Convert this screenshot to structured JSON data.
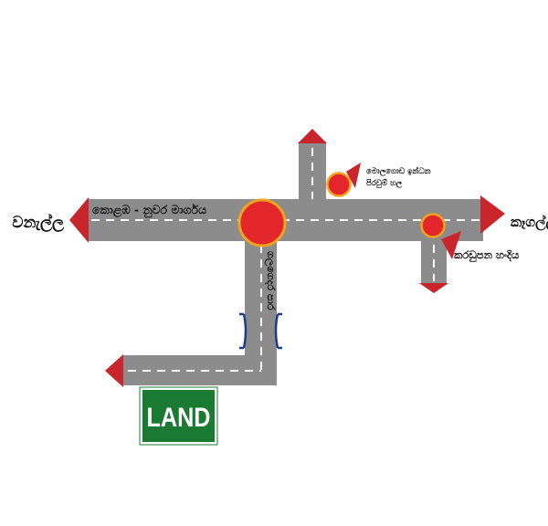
{
  "map": {
    "main_road_label": "කොළඹ - නුවර මාර්ගය",
    "side_road_label": "ගලගෙදර පාර",
    "left_destination": "වනැල්ල",
    "right_destination": "කෑගල්ල",
    "landmark_1": "මොලගොඩ ඉන්ධන පිරවුම් හල",
    "landmark_1_line1": "මොලගොඩ ඉන්ධන",
    "landmark_1_line2": "පිරවුම් හල",
    "landmark_2": "කරඩුපන හංදිය",
    "land_label": "LAND",
    "colors": {
      "road": "#8c8c8c",
      "lane_marking": "#ffffff",
      "arrow": "#c8262c",
      "marker_fill": "#e3262b",
      "marker_ring": "#f2a31b",
      "land_box": "#1b7a32",
      "bridge": "#1f3c8c"
    }
  }
}
